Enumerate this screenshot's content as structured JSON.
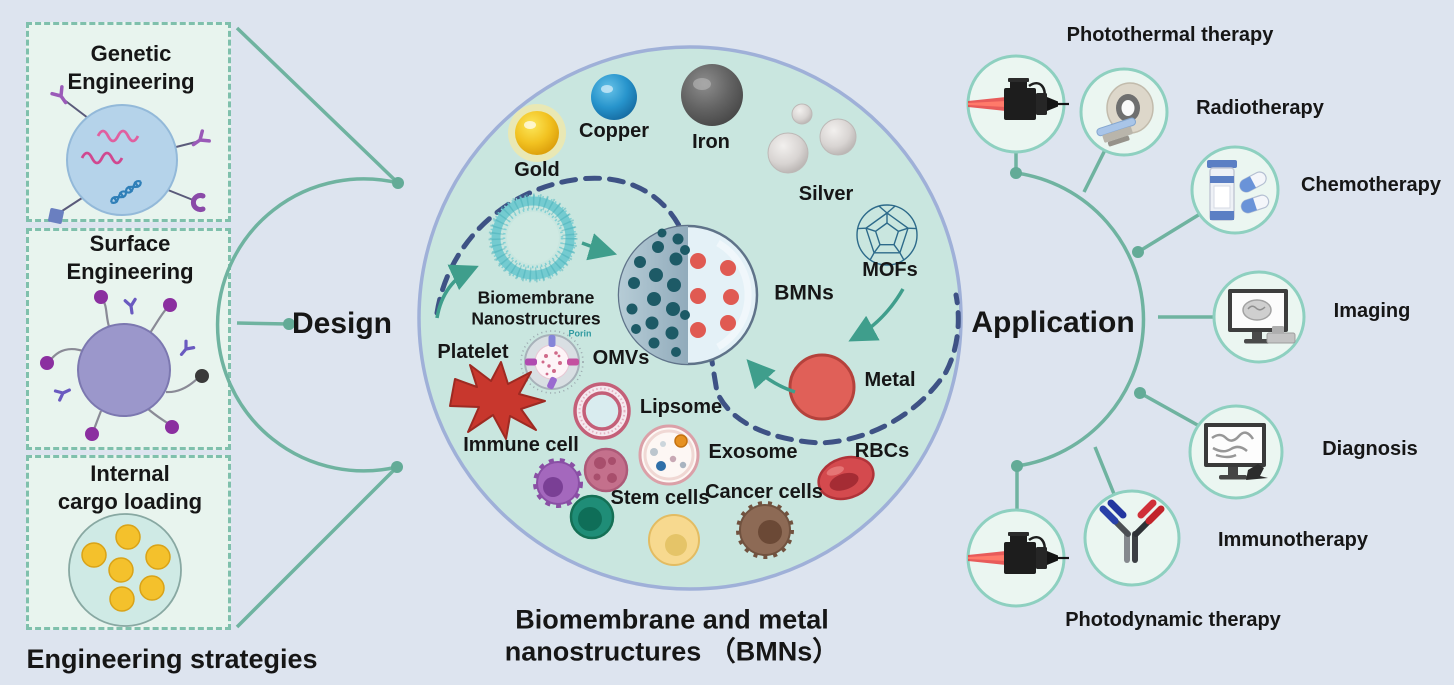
{
  "figure": {
    "left": {
      "section_label": "Engineering strategies",
      "hub_label": "Design",
      "panels": [
        {
          "title": "Genetic\nEngineering"
        },
        {
          "title": "Surface\nEngineering"
        },
        {
          "title": "Internal\ncargo loading"
        }
      ]
    },
    "center": {
      "metal_types": [
        "Gold",
        "Copper",
        "Iron",
        "Silver",
        "MOFs"
      ],
      "core_label": "BMNs",
      "metal_node_label": "Metal",
      "membrane_label": "Biomembrane\nNanostructures",
      "porin_label": "Porin",
      "sources": {
        "platelet": "Platelet",
        "omvs": "OMVs",
        "lipsome": "Lipsome",
        "immune_cell": "Immune cell",
        "exosome": "Exosome",
        "stem_cells": "Stem cells",
        "cancer_cells": "Cancer cells",
        "rbcs": "RBCs"
      },
      "caption": "Biomembrane and metal\nnanostructures （BMNs）"
    },
    "right": {
      "hub_label": "Application",
      "items": [
        "Photothermal therapy",
        "Radiotherapy",
        "Chemotherapy",
        "Imaging",
        "Diagnosis",
        "Immunotherapy",
        "Photodynamic therapy"
      ]
    },
    "colors": {
      "background": "#dde4ef",
      "panel_fill": "#e8f4ee",
      "panel_border": "#7fc0ac",
      "big_circle_fill": "#c9e6df",
      "big_circle_border": "#9fb0d8",
      "connector_teal": "#6fb3a0",
      "arrow_teal": "#3f9e8c",
      "dashed_navy": "#3e5285",
      "app_circle_border": "#8ed0c0",
      "app_circle_fill": "#ebf6f1",
      "metal_node_red": "#e06058"
    }
  }
}
